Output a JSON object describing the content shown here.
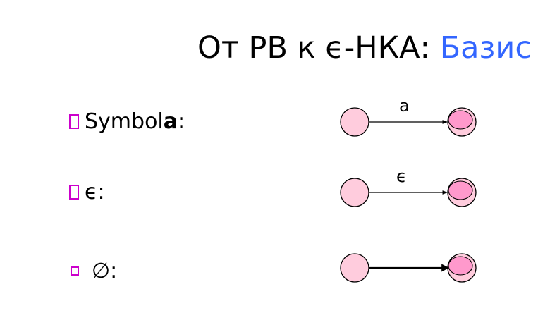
{
  "title": {
    "main": "От РВ к ϵ-НКА: ",
    "accent": "Базис"
  },
  "rows": [
    {
      "prefix": "Symbol ",
      "bold": "a",
      "suffix": ":",
      "edge_label": "a"
    },
    {
      "prefix": "ϵ:",
      "edge_label": "ϵ"
    },
    {
      "prefix": "∅:"
    }
  ],
  "colors": {
    "bullet": "#cc00cc",
    "state_fill": "#ffccdd",
    "accepting_inner": "#ff99cc",
    "title_accent": "#3366ff"
  }
}
